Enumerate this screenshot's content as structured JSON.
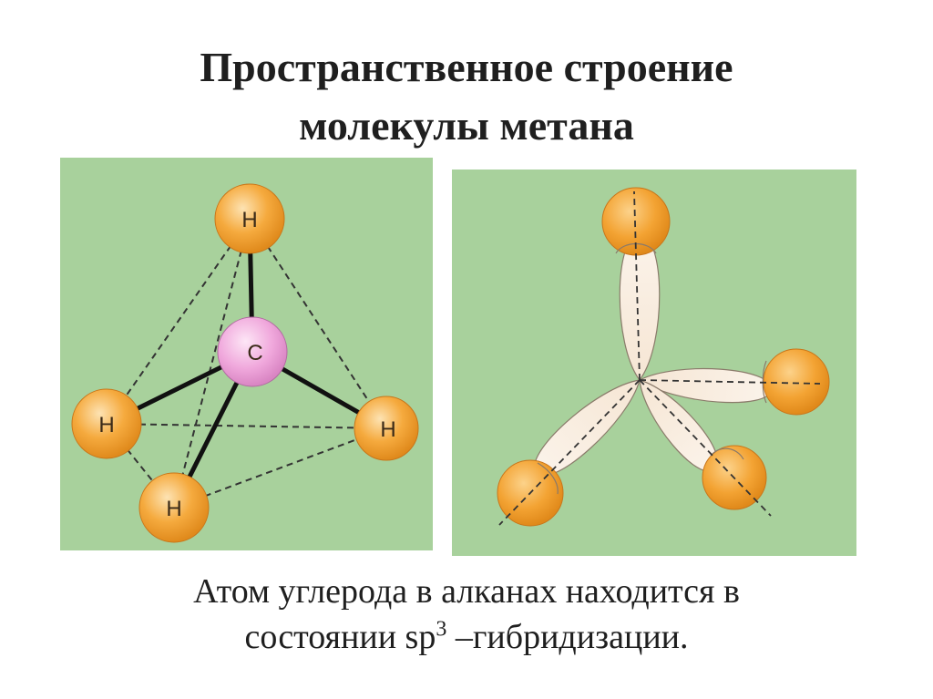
{
  "title": {
    "line1": "Пространственное строение",
    "line2": "молекулы метана"
  },
  "left_diagram": {
    "atoms": {
      "top": "H",
      "center": "C",
      "left": "H",
      "right": "H",
      "bottom": "H"
    }
  },
  "caption": {
    "line1": "Атом углерода в алканах находится в",
    "line2_pre": "состоянии sp",
    "line2_sup": "3",
    "line2_post": " –гибридизации."
  },
  "colors": {
    "panel": "#a8d19c",
    "hydrogen": "#f2a43a",
    "carbon": "#f0a8dc",
    "orbital": "#f8ecdf"
  }
}
